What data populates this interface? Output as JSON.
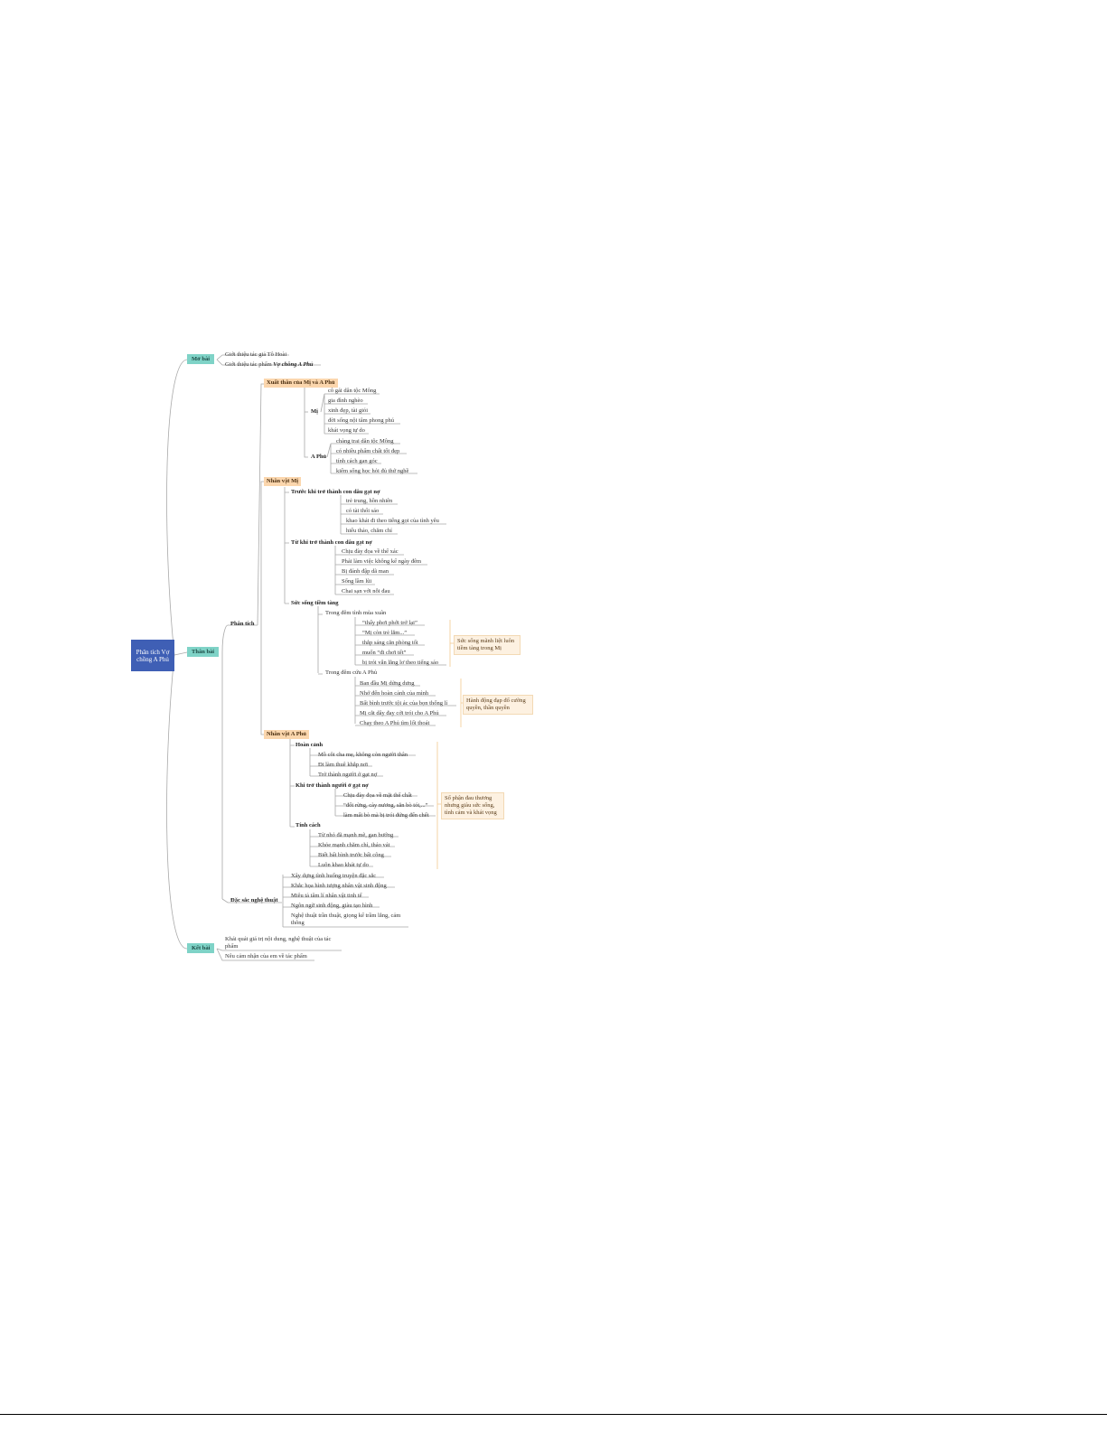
{
  "root": "Phân tích Vợ chồng A Phủ",
  "mo_bai": {
    "label": "Mở bài",
    "items": [
      "Giới thiệu tác giả Tô Hoài",
      "Giới thiệu tác phẩm",
      "Vợ chồng A Phủ"
    ]
  },
  "than_bai": {
    "label": "Thân bài",
    "phan_tich": "Phân tích",
    "xuat_than": {
      "label": "Xuất thân của Mị và A Phủ",
      "mi": "Mị",
      "mi_items": [
        "cô gái dân tộc Mông",
        "gia đình nghèo",
        "xinh đẹp, tài giỏi",
        "đời sống nội tâm phong phú",
        "khát vọng tự do"
      ],
      "a_phu": "A Phủ",
      "a_phu_items": [
        "chàng trai dân tộc Mông",
        "có nhiều phẩm chất tốt đẹp",
        "tính cách gan góc",
        "kiếm sống học hỏi đủ thứ nghề"
      ]
    },
    "nhan_vat_mi": {
      "label": "Nhân vật Mị",
      "truoc": "Trước khi trở thành con dâu gạt nợ",
      "truoc_items": [
        "trẻ trung, hồn nhiên",
        "có tài thổi sáo",
        "khao khát đi theo tiếng gọi của tình yêu",
        "hiếu thảo, chăm chỉ"
      ],
      "tu_khi": "Từ khi trở thành con dâu gạt nợ",
      "tu_khi_items": [
        "Chịu đày đọa về thể xác",
        "Phải làm việc không kể ngày đêm",
        "Bị đánh đập dã man",
        "Sống lầm lũi",
        "Chai sạn với nỗi đau"
      ],
      "suc_song": "Sức sống tiềm tàng",
      "dem_tinh": "Trong đêm tình mùa xuân",
      "dem_tinh_items": [
        "“thấy phơi phới trở lại”",
        "“Mị còn trẻ lắm...”",
        "thắp sáng căn phòng tối",
        "muốn “đi chơi tết”",
        "bị trói vẫn lắng lơ theo tiếng sáo"
      ],
      "note_suc_song": "Sức sống mãnh liệt luôn tiềm tàng trong Mị",
      "dem_cuu": "Trong đêm cứu A Phủ",
      "dem_cuu_items": [
        "Ban đầu Mị dửng dưng",
        "Nhớ đến hoàn cảnh của mình",
        "Bất bình trước tội ác của bọn thống lí",
        "Mị cắt dây đay cởi trói cho A Phủ",
        "Chạy theo A Phủ tìm lối thoát"
      ],
      "note_hanh_dong": "Hành động đạp đổ cường quyền, thần quyền"
    },
    "nhan_vat_a_phu": {
      "label": "Nhân vật A Phủ",
      "hoan_canh": "Hoàn cảnh",
      "hoan_canh_items": [
        "Mồ côi cha mẹ, không còn người thân",
        "Đi làm thuê khắp nơi",
        "Trở thành người ở gạt nợ"
      ],
      "khi_tro_thanh": "Khi trở thành người ở gạt nợ",
      "khi_items": [
        "Chịu đày đọa về mặt thể chất",
        "“đốt rừng, cày nương, săn bò tót,...”",
        "làm mất bò mà bị trói đứng đến chết"
      ],
      "tinh_cach": "Tính cách",
      "tinh_cach_items": [
        "Từ nhỏ đã mạnh mẽ, gan bướng",
        "Khỏe mạnh chăm chỉ, tháo vát",
        "Biết bất bình trước bất công",
        "Luôn khao khát tự do"
      ],
      "note_so_phan": "Số phận đau thương nhưng giàu sức sống, tình cảm và khát vọng"
    },
    "dac_sac": {
      "label": "Đặc sắc nghệ thuật",
      "items": [
        "Xây dựng tình huống truyện đặc sắc",
        "Khắc họa hình tượng nhân vật sinh động",
        "Miêu tả tâm lí nhân vật tinh tế",
        "Ngôn ngữ sinh động, giàu tạo hình",
        "Nghệ thuật trần thuật, giọng kể trầm lắng, cảm thông"
      ]
    }
  },
  "ket_bai": {
    "label": "Kết bài",
    "items": [
      "Khái quát giá trị nội dung, nghệ thuật của tác phẩm",
      "Nêu cảm nhận của em về tác phẩm"
    ]
  },
  "colors": {
    "root": "#3f5fb5",
    "level1": "#7fd3c7",
    "highlight": "#fbd6ad",
    "note": "#fdf1e1",
    "line": "#a9a9a9",
    "bracket": "#f2c98f"
  }
}
